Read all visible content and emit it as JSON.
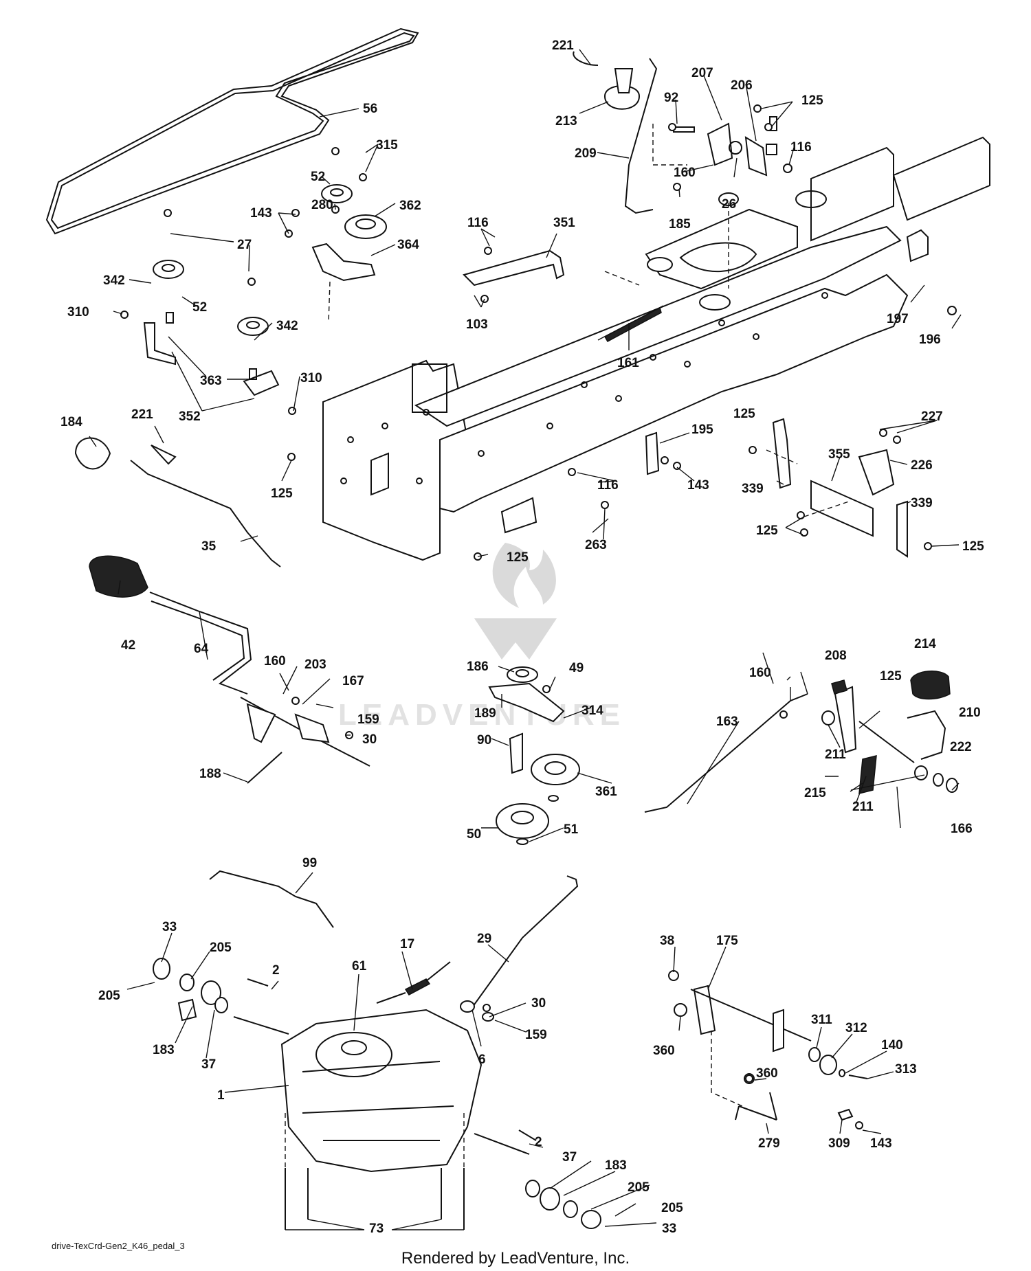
{
  "diagram_id": "drive-TexCrd-Gen2_K46_pedal_3",
  "credit": "Rendered by LeadVenture, Inc.",
  "watermark": "LEADVENTURE",
  "labels": [
    {
      "id": "221a",
      "text": "221"
    },
    {
      "id": "213",
      "text": "213"
    },
    {
      "id": "207",
      "text": "207"
    },
    {
      "id": "206",
      "text": "206"
    },
    {
      "id": "125a",
      "text": "125"
    },
    {
      "id": "92",
      "text": "92"
    },
    {
      "id": "116a",
      "text": "116"
    },
    {
      "id": "209",
      "text": "209"
    },
    {
      "id": "160a",
      "text": "160"
    },
    {
      "id": "26",
      "text": "26"
    },
    {
      "id": "185",
      "text": "185"
    },
    {
      "id": "56",
      "text": "56"
    },
    {
      "id": "315",
      "text": "315"
    },
    {
      "id": "52a",
      "text": "52"
    },
    {
      "id": "280",
      "text": "280"
    },
    {
      "id": "362",
      "text": "362"
    },
    {
      "id": "143a",
      "text": "143"
    },
    {
      "id": "364",
      "text": "364"
    },
    {
      "id": "27",
      "text": "27"
    },
    {
      "id": "342a",
      "text": "342"
    },
    {
      "id": "52b",
      "text": "52"
    },
    {
      "id": "310a",
      "text": "310"
    },
    {
      "id": "342b",
      "text": "342"
    },
    {
      "id": "363",
      "text": "363"
    },
    {
      "id": "310b",
      "text": "310"
    },
    {
      "id": "352",
      "text": "352"
    },
    {
      "id": "116b",
      "text": "116"
    },
    {
      "id": "351",
      "text": "351"
    },
    {
      "id": "103",
      "text": "103"
    },
    {
      "id": "161",
      "text": "161"
    },
    {
      "id": "197",
      "text": "197"
    },
    {
      "id": "196",
      "text": "196"
    },
    {
      "id": "184",
      "text": "184"
    },
    {
      "id": "221b",
      "text": "221"
    },
    {
      "id": "125b",
      "text": "125"
    },
    {
      "id": "35",
      "text": "35"
    },
    {
      "id": "195",
      "text": "195"
    },
    {
      "id": "116c",
      "text": "116"
    },
    {
      "id": "143b",
      "text": "143"
    },
    {
      "id": "263",
      "text": "263"
    },
    {
      "id": "125c",
      "text": "125"
    },
    {
      "id": "125d",
      "text": "125"
    },
    {
      "id": "227",
      "text": "227"
    },
    {
      "id": "355",
      "text": "355"
    },
    {
      "id": "226",
      "text": "226"
    },
    {
      "id": "339a",
      "text": "339"
    },
    {
      "id": "339b",
      "text": "339"
    },
    {
      "id": "125e",
      "text": "125"
    },
    {
      "id": "125f",
      "text": "125"
    },
    {
      "id": "42",
      "text": "42"
    },
    {
      "id": "64",
      "text": "64"
    },
    {
      "id": "160b",
      "text": "160"
    },
    {
      "id": "203",
      "text": "203"
    },
    {
      "id": "167",
      "text": "167"
    },
    {
      "id": "159a",
      "text": "159"
    },
    {
      "id": "30a",
      "text": "30"
    },
    {
      "id": "188",
      "text": "188"
    },
    {
      "id": "186",
      "text": "186"
    },
    {
      "id": "49",
      "text": "49"
    },
    {
      "id": "189",
      "text": "189"
    },
    {
      "id": "314",
      "text": "314"
    },
    {
      "id": "90",
      "text": "90"
    },
    {
      "id": "361",
      "text": "361"
    },
    {
      "id": "50",
      "text": "50"
    },
    {
      "id": "51",
      "text": "51"
    },
    {
      "id": "214",
      "text": "214"
    },
    {
      "id": "208",
      "text": "208"
    },
    {
      "id": "160c",
      "text": "160"
    },
    {
      "id": "125g",
      "text": "125"
    },
    {
      "id": "210",
      "text": "210"
    },
    {
      "id": "163",
      "text": "163"
    },
    {
      "id": "211a",
      "text": "211"
    },
    {
      "id": "222",
      "text": "222"
    },
    {
      "id": "215",
      "text": "215"
    },
    {
      "id": "211b",
      "text": "211"
    },
    {
      "id": "166",
      "text": "166"
    },
    {
      "id": "99",
      "text": "99"
    },
    {
      "id": "33a",
      "text": "33"
    },
    {
      "id": "205a",
      "text": "205"
    },
    {
      "id": "205b",
      "text": "205"
    },
    {
      "id": "17",
      "text": "17"
    },
    {
      "id": "29",
      "text": "29"
    },
    {
      "id": "2a",
      "text": "2"
    },
    {
      "id": "61",
      "text": "61"
    },
    {
      "id": "30b",
      "text": "30"
    },
    {
      "id": "183a",
      "text": "183"
    },
    {
      "id": "37a",
      "text": "37"
    },
    {
      "id": "6",
      "text": "6"
    },
    {
      "id": "159b",
      "text": "159"
    },
    {
      "id": "1",
      "text": "1"
    },
    {
      "id": "38",
      "text": "38"
    },
    {
      "id": "175",
      "text": "175"
    },
    {
      "id": "360a",
      "text": "360"
    },
    {
      "id": "311",
      "text": "311"
    },
    {
      "id": "312",
      "text": "312"
    },
    {
      "id": "140",
      "text": "140"
    },
    {
      "id": "313",
      "text": "313"
    },
    {
      "id": "360b",
      "text": "360"
    },
    {
      "id": "279",
      "text": "279"
    },
    {
      "id": "309",
      "text": "309"
    },
    {
      "id": "143c",
      "text": "143"
    },
    {
      "id": "2b",
      "text": "2"
    },
    {
      "id": "37b",
      "text": "37"
    },
    {
      "id": "183b",
      "text": "183"
    },
    {
      "id": "205c",
      "text": "205"
    },
    {
      "id": "205d",
      "text": "205"
    },
    {
      "id": "33b",
      "text": "33"
    },
    {
      "id": "73",
      "text": "73"
    }
  ]
}
